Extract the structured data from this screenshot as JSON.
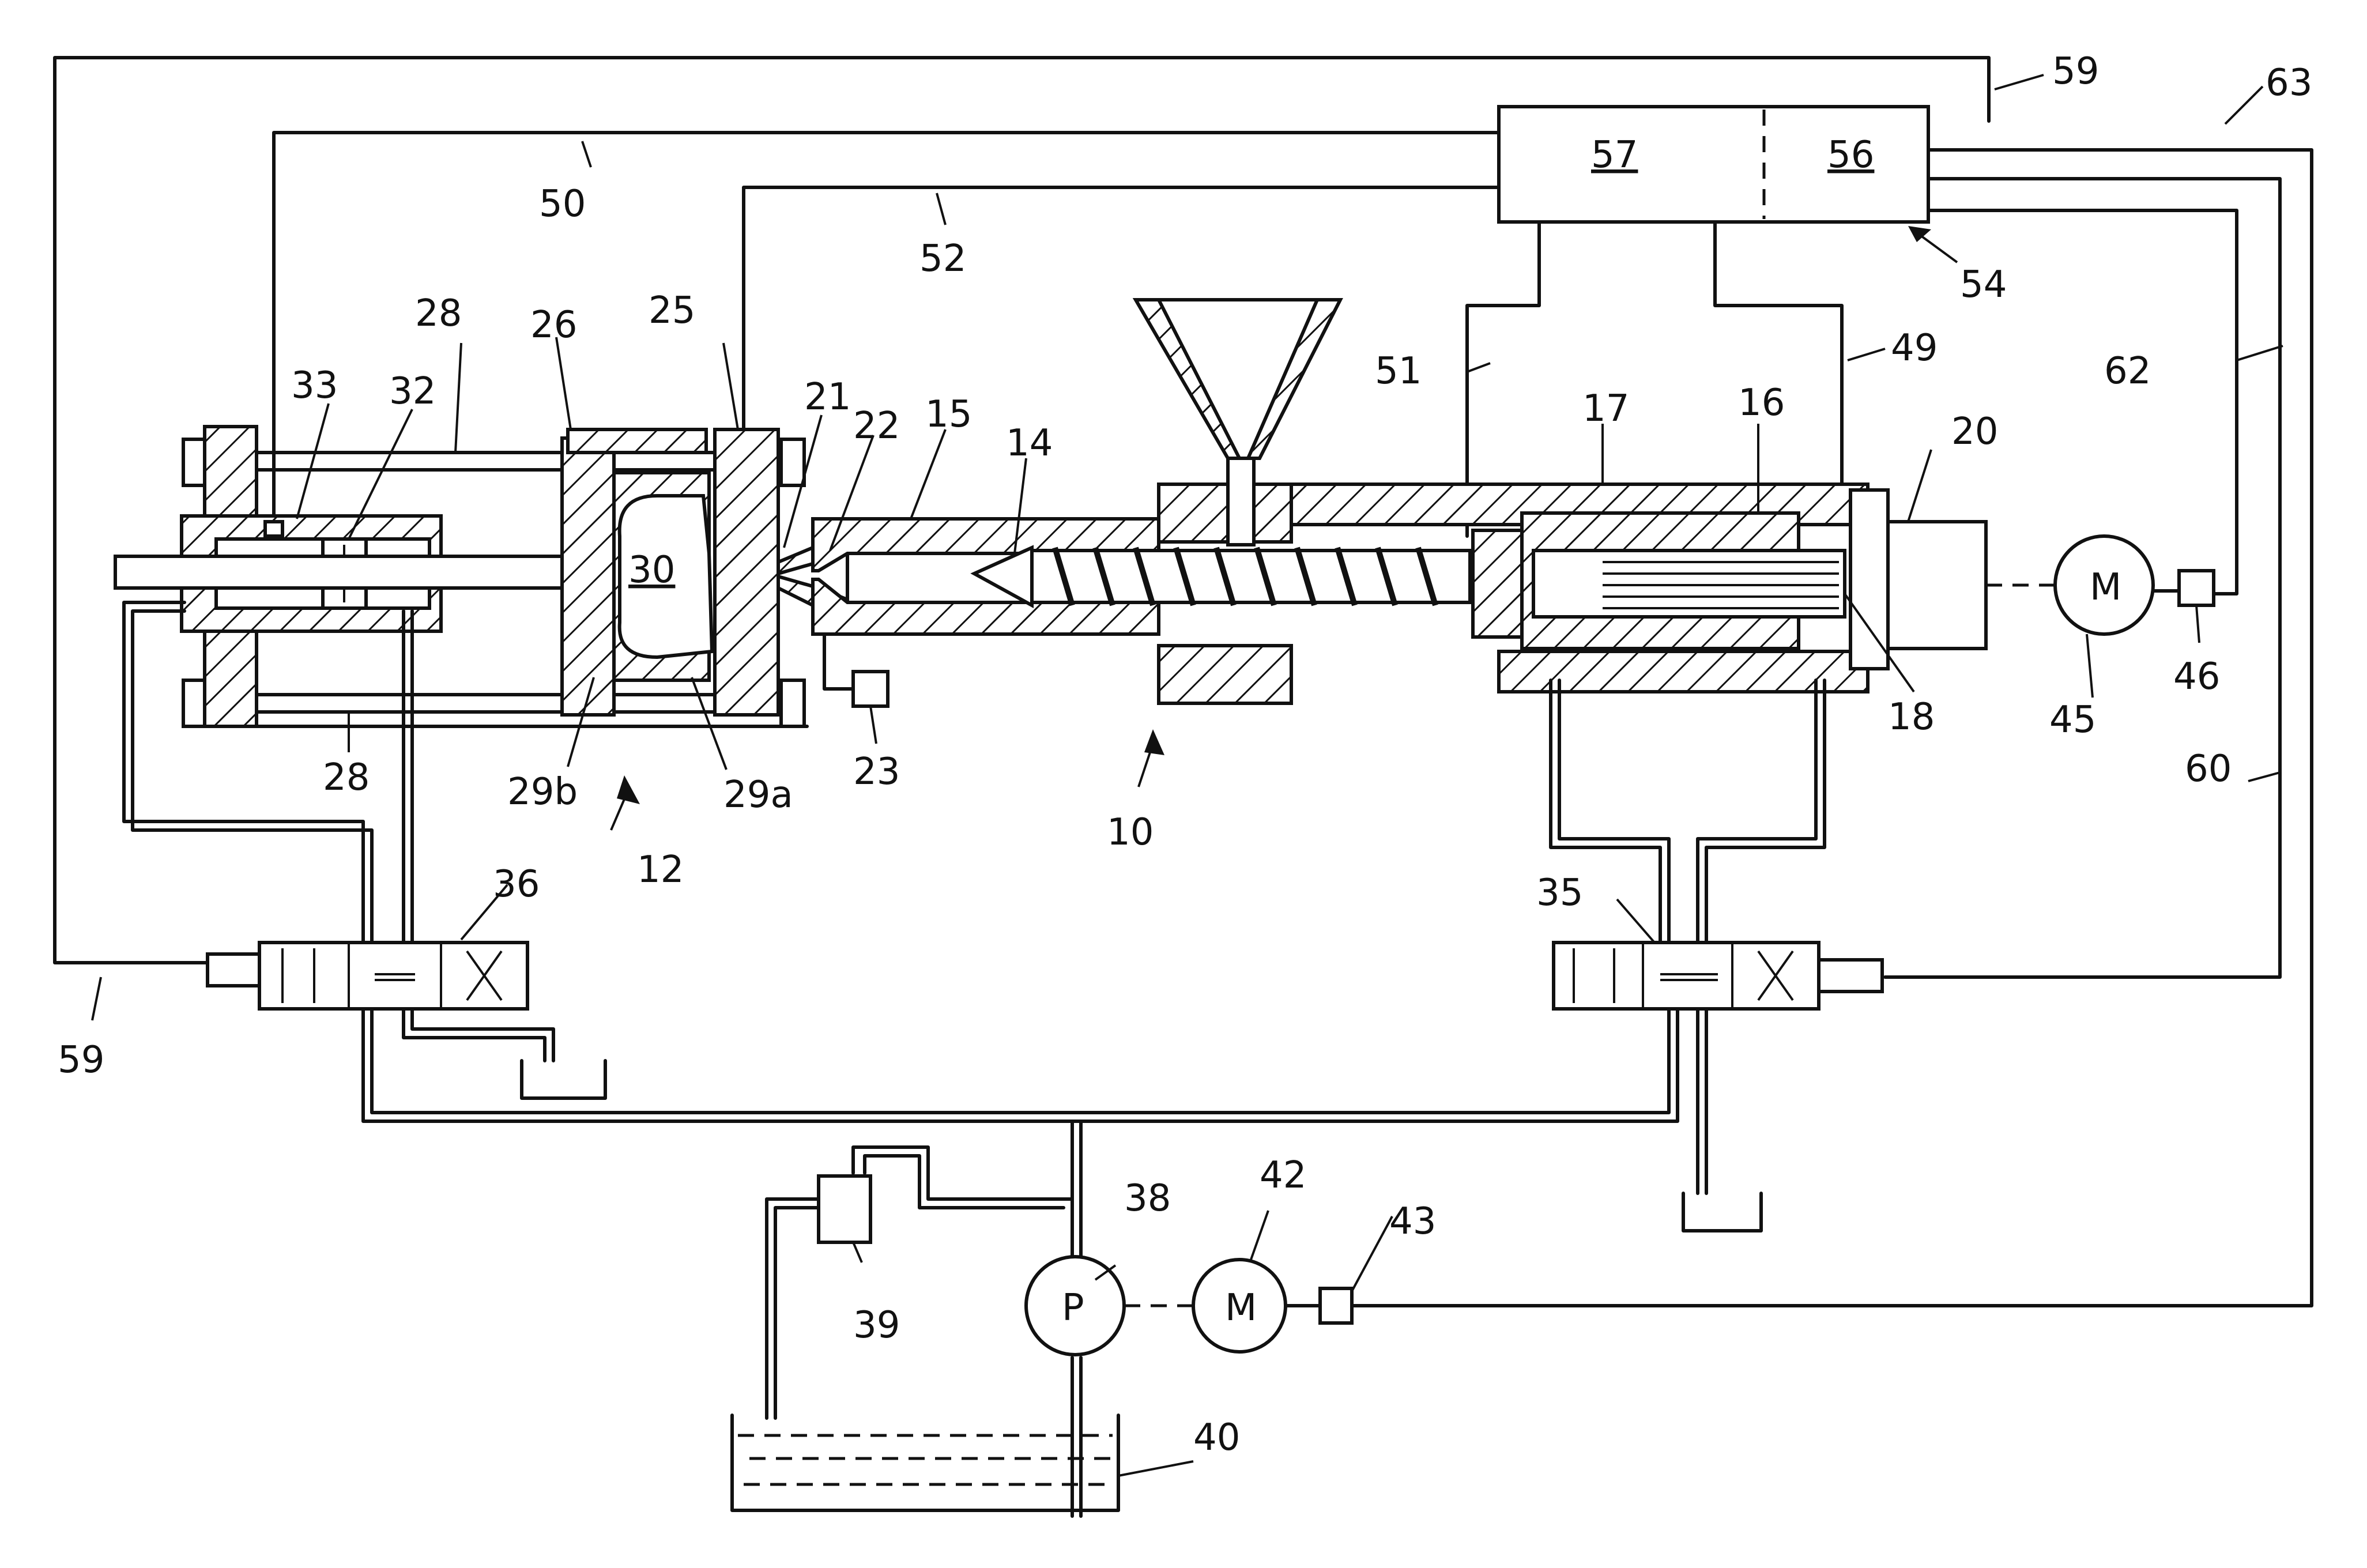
{
  "labels": {
    "l59a": "59",
    "l63": "63",
    "l57": "57",
    "l56": "56",
    "l50": "50",
    "l52": "52",
    "l54": "54",
    "l28a": "28",
    "l26": "26",
    "l25": "25",
    "l33": "33",
    "l32": "32",
    "l21": "21",
    "l22": "22",
    "l15": "15",
    "l14": "14",
    "l51": "51",
    "l49": "49",
    "l17": "17",
    "l16": "16",
    "l20": "20",
    "l62": "62",
    "l30": "30",
    "lM45": "M",
    "l45": "45",
    "l46": "46",
    "l18": "18",
    "l23": "23",
    "l28b": "28",
    "l29b": "29b",
    "l29a": "29a",
    "l10": "10",
    "l12": "12",
    "l60": "60",
    "l36": "36",
    "l35": "35",
    "l59b": "59",
    "l38": "38",
    "l42": "42",
    "l43": "43",
    "lP": "P",
    "lM42": "M",
    "l39": "39",
    "l40": "40"
  },
  "colors": {
    "line": "#111111",
    "background": "#ffffff"
  }
}
